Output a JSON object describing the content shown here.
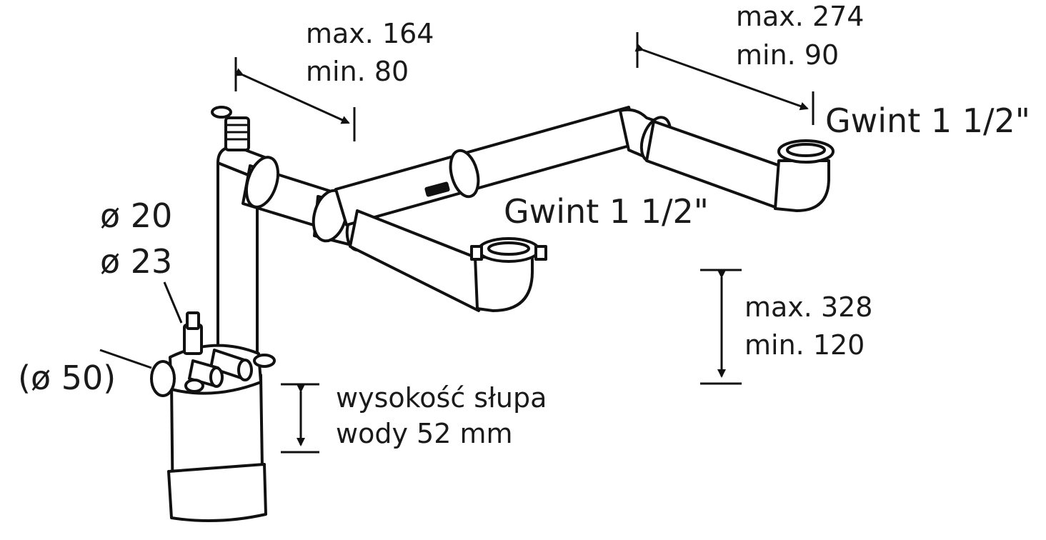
{
  "dimensions": {
    "left_span": {
      "max": "max. 164",
      "min": "min. 80"
    },
    "right_span": {
      "max": "max. 274",
      "min": "min. 90"
    },
    "height": {
      "max": "max. 328",
      "min": "min. 120"
    }
  },
  "threads": {
    "right_outlet": "Gwint 1 1/2\"",
    "middle_outlet": "Gwint 1 1/2\""
  },
  "connectors": {
    "small_diameter_1": "ø 20",
    "small_diameter_2": "ø 23",
    "main_diameter": "(ø 50)"
  },
  "water_column": {
    "line1": "wysokość słupa",
    "line2": "wody 52 mm"
  }
}
